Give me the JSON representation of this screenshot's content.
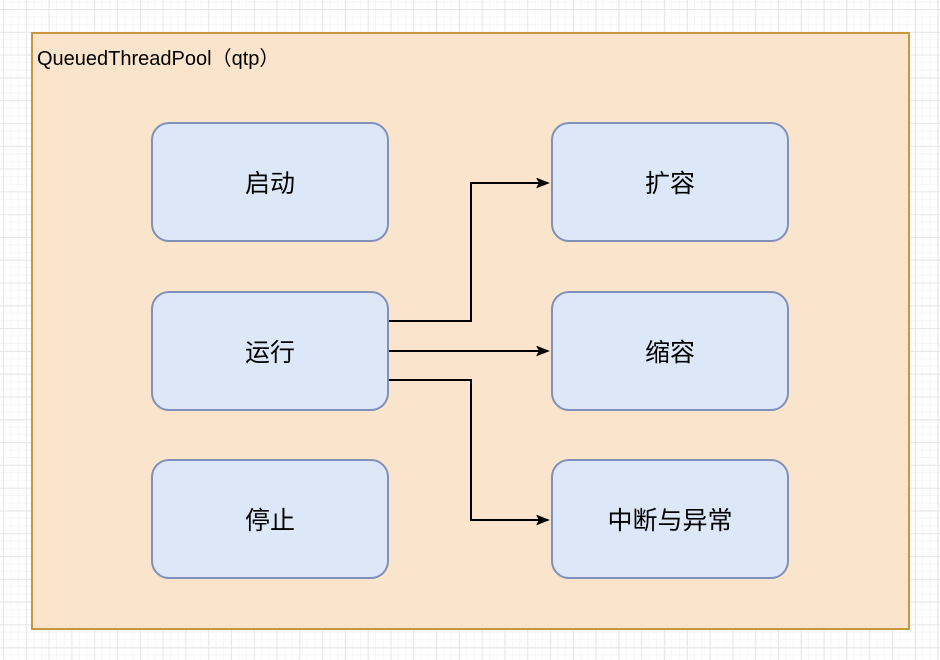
{
  "diagram": {
    "title": "QueuedThreadPool（qtp）",
    "colors": {
      "group_fill": "#FAE5CC",
      "group_stroke": "#C8963C",
      "node_fill": "#DCE7F8",
      "node_stroke": "#8090B8",
      "arrow": "#000000",
      "text": "#000000"
    },
    "nodes": [
      {
        "id": "start",
        "label": "启动"
      },
      {
        "id": "run",
        "label": "运行"
      },
      {
        "id": "stop",
        "label": "停止"
      },
      {
        "id": "expand",
        "label": "扩容"
      },
      {
        "id": "shrink",
        "label": "缩容"
      },
      {
        "id": "interrupt",
        "label": "中断与异常"
      }
    ],
    "edges": [
      {
        "from": "run",
        "to": "expand"
      },
      {
        "from": "run",
        "to": "shrink"
      },
      {
        "from": "run",
        "to": "interrupt"
      }
    ]
  }
}
